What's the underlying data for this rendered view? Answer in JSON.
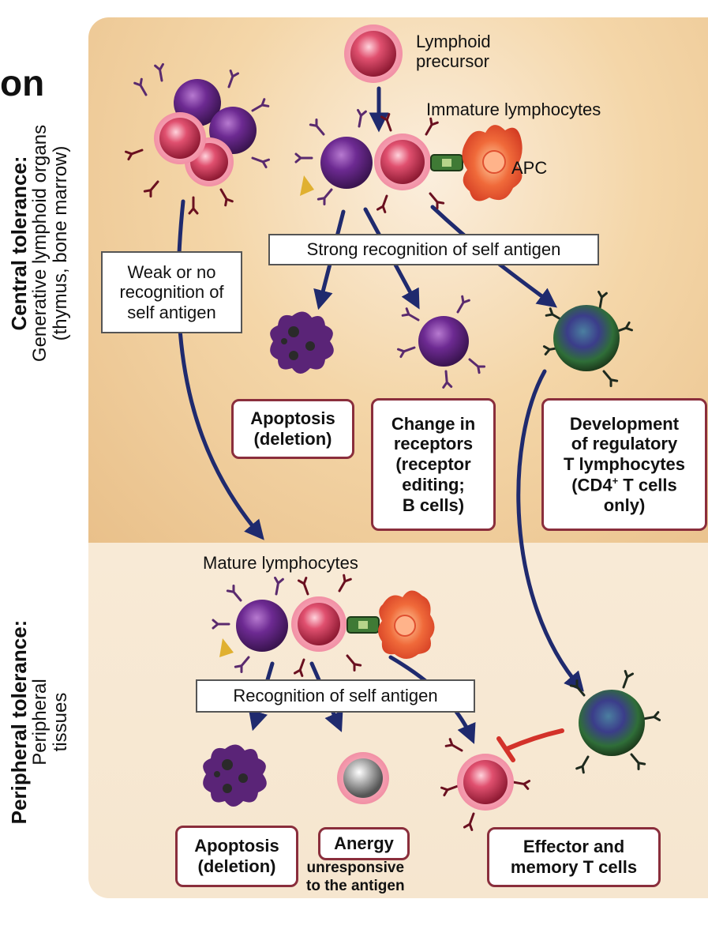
{
  "title_fragment": "on",
  "central": {
    "heading": "Central tolerance:",
    "sub1": "Generative lymphoid organs",
    "sub2": "(thymus, bone marrow)"
  },
  "peripheral": {
    "heading": "Peripheral tolerance:",
    "sub1": "Peripheral",
    "sub2": "tissues"
  },
  "labels": {
    "lymphoid_precursor": [
      "Lymphoid",
      "precursor"
    ],
    "immature": "Immature lymphocytes",
    "apc": "APC",
    "mature": "Mature lymphocytes"
  },
  "boxes": {
    "weak": [
      "Weak or no",
      "recognition of",
      "self antigen"
    ],
    "strong": "Strong recognition of self antigen",
    "recognition": "Recognition of self antigen"
  },
  "outcomes_central": {
    "apoptosis": [
      "Apoptosis",
      "(deletion)"
    ],
    "receptor": [
      "Change in",
      "receptors",
      "(receptor",
      "editing;",
      "B cells)"
    ],
    "regulatory": [
      "Development",
      "of regulatory",
      "T lymphocytes",
      "(CD4",
      "+",
      " T cells",
      "only)"
    ]
  },
  "outcomes_peripheral": {
    "apoptosis": [
      "Apoptosis",
      "(deletion)"
    ],
    "anergy": "Anergy",
    "anergy_note": [
      "unresponsive",
      "to the antigen"
    ],
    "effector": [
      "Effector and",
      "memory T cells"
    ]
  },
  "colors": {
    "arrow": "#1f2a6e",
    "inhibit": "#d3322a",
    "purple_cell": "#6b2a8f",
    "pink_cell": "#d9405e",
    "regulatory_cell": "#2f6b3a",
    "box_border": "#8a2e3c"
  }
}
